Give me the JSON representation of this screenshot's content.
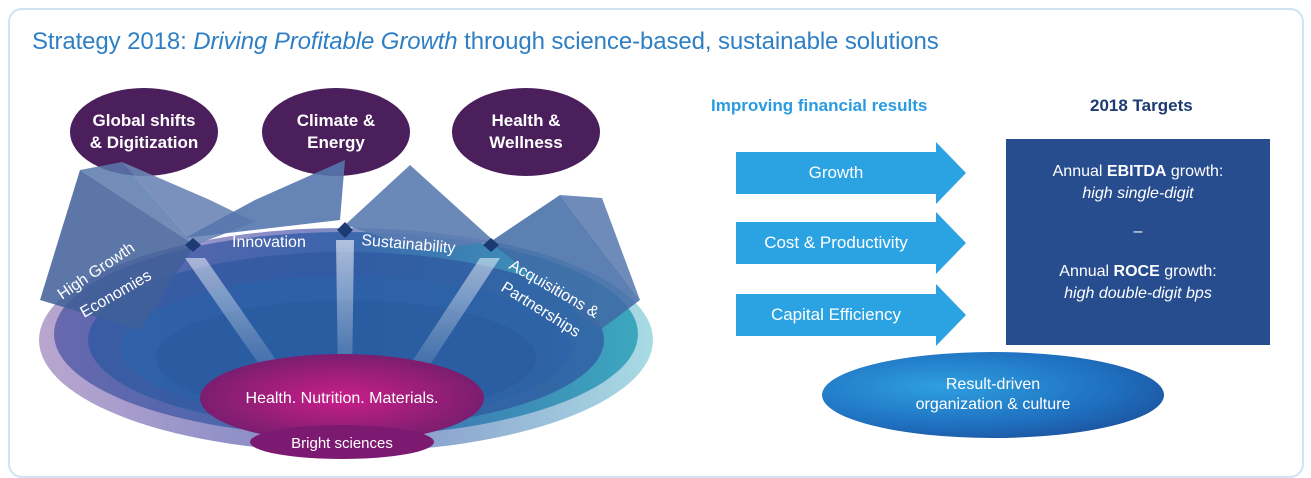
{
  "title": {
    "prefix": "Strategy 2018: ",
    "emphasis": "Driving Profitable Growth",
    "suffix": " through science-based, sustainable solutions"
  },
  "megatrends": [
    {
      "label": "Global shifts\n& Digitization"
    },
    {
      "label": "Climate &\nEnergy"
    },
    {
      "label": "Health &\nWellness"
    }
  ],
  "bowl": {
    "core_label": "Health. Nutrition. Materials.",
    "base_label": "Bright sciences",
    "pillars": {
      "high_growth_1": "High Growth",
      "high_growth_2": "Economies",
      "innovation": "Innovation",
      "sustainability": "Sustainability",
      "acquisitions_1": "Acquisitions &",
      "acquisitions_2": "Partnerships"
    }
  },
  "financial": {
    "header": "Improving financial results",
    "arrows": [
      "Growth",
      "Cost & Productivity",
      "Capital Efficiency"
    ]
  },
  "targets": {
    "header": "2018 Targets",
    "line1_pre": "Annual ",
    "line1_bold": "EBITDA",
    "line1_post": " growth:",
    "line2": "high single-digit",
    "separator": "–",
    "line3_pre": "Annual ",
    "line3_bold": "ROCE",
    "line3_post": " growth:",
    "line4": "high double-digit bps"
  },
  "culture": {
    "line1": "Result-driven",
    "line2": "organization & culture"
  },
  "colors": {
    "title": "#2e7fc4",
    "megatrend": "#4a1f5c",
    "arrow": "#2ba3e3",
    "targets_box": "#274d8e",
    "core": "#b0167a"
  }
}
